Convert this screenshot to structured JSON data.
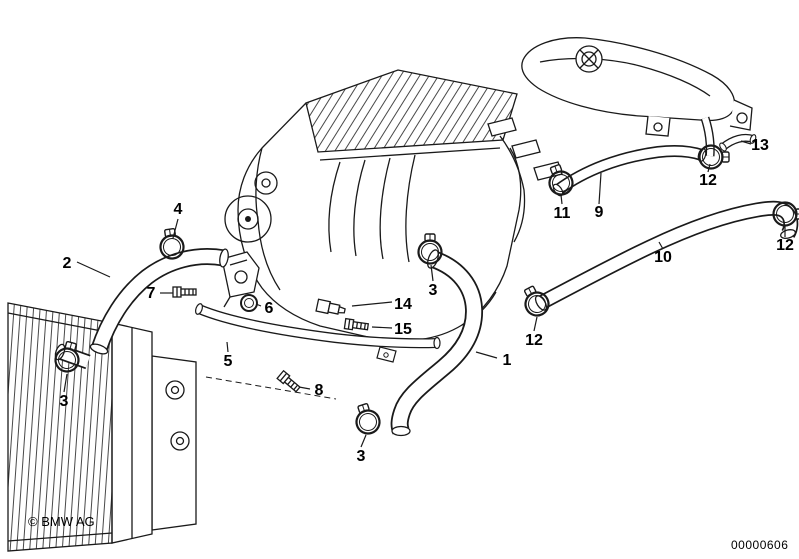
{
  "colors": {
    "line": "#1a1a1a",
    "background": "#ffffff"
  },
  "diagram": {
    "callouts": [
      {
        "label": "4"
      },
      {
        "label": "2"
      },
      {
        "label": "7"
      },
      {
        "label": "6"
      },
      {
        "label": "5"
      },
      {
        "label": "3"
      },
      {
        "label": "8"
      },
      {
        "label": "3"
      },
      {
        "label": "14"
      },
      {
        "label": "15"
      },
      {
        "label": "1"
      },
      {
        "label": "3"
      },
      {
        "label": "12"
      },
      {
        "label": "11"
      },
      {
        "label": "9"
      },
      {
        "label": "10"
      },
      {
        "label": "12"
      },
      {
        "label": "13"
      },
      {
        "label": "12"
      }
    ]
  },
  "footer": {
    "copyright": "© BMW AG",
    "doc_number": "00000606"
  }
}
